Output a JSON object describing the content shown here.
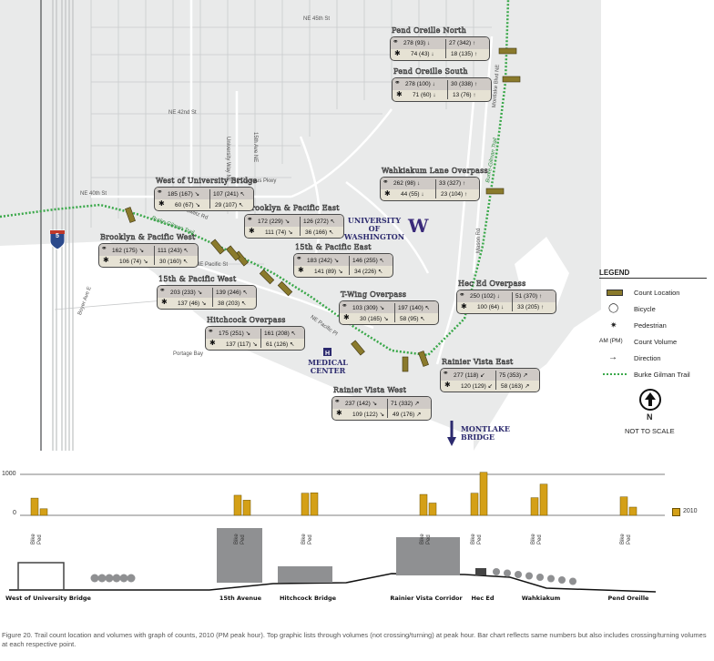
{
  "map": {
    "streets": [
      "NE 45th St",
      "NE 42nd St",
      "NE 40th St",
      "NE Campus Pkwy",
      "Cowlitz Rd",
      "NE Pacific St",
      "NE Pacific Pl",
      "University Way NE",
      "15th Ave NE",
      "Boyer Ave E",
      "Mason Rd",
      "Montlake Blvd NE",
      "Portage Bay",
      "Burke Gilman Trail",
      "Burke-Gilman Trail",
      "5"
    ],
    "landmarks": {
      "uw": "UNIVERSITY OF WASHINGTON",
      "uw_logo": "W",
      "medical": "MEDICAL CENTER",
      "medical_icon": "H",
      "montlake": "MONTLAKE BRIDGE"
    },
    "locations": [
      {
        "name": "Pend Oreille North",
        "bike_w": "278 (93)",
        "bike_w_dir": "↓",
        "bike_e": "27 (342)",
        "bike_e_dir": "↑",
        "ped_w": "74 (43)",
        "ped_w_dir": "↓",
        "ped_e": "18 (135)",
        "ped_e_dir": "↑"
      },
      {
        "name": "Pend Oreille South",
        "bike_w": "278 (100)",
        "bike_w_dir": "↓",
        "bike_e": "30 (338)",
        "bike_e_dir": "↑",
        "ped_w": "71 (60)",
        "ped_w_dir": "↓",
        "ped_e": "13 (76)",
        "ped_e_dir": "↑"
      },
      {
        "name": "Wahkiakum Lane Overpass",
        "bike_w": "262 (98)",
        "bike_w_dir": "↓",
        "bike_e": "33 (327)",
        "bike_e_dir": "↑",
        "ped_w": "44 (55)",
        "ped_w_dir": "↓",
        "ped_e": "23 (104)",
        "ped_e_dir": "↑"
      },
      {
        "name": "Hec Ed Overpass",
        "bike_w": "250 (102)",
        "bike_w_dir": "↓",
        "bike_e": "51 (370)",
        "bike_e_dir": "↑",
        "ped_w": "100 (64)",
        "ped_w_dir": "↓",
        "ped_e": "33 (205)",
        "ped_e_dir": "↑"
      },
      {
        "name": "Rainier Vista East",
        "bike_w": "277 (118)",
        "bike_w_dir": "↙",
        "bike_e": "75 (353)",
        "bike_e_dir": "↗",
        "ped_w": "120 (129)",
        "ped_w_dir": "↙",
        "ped_e": "58 (163)",
        "ped_e_dir": "↗"
      },
      {
        "name": "Rainier Vista West",
        "bike_w": "237 (142)",
        "bike_w_dir": "↘",
        "bike_e": "71 (332)",
        "bike_e_dir": "↗",
        "ped_w": "109 (122)",
        "ped_w_dir": "↘",
        "ped_e": "49 (176)",
        "ped_e_dir": "↗"
      },
      {
        "name": "T-Wing Overpass",
        "bike_w": "103 (309)",
        "bike_w_dir": "↘",
        "bike_e": "197 (140)",
        "bike_e_dir": "↖",
        "ped_w": "30 (165)",
        "ped_w_dir": "↘",
        "ped_e": "58 (95)",
        "ped_e_dir": "↖"
      },
      {
        "name": "15th & Pacific East",
        "bike_w": "183 (242)",
        "bike_w_dir": "↘",
        "bike_e": "146 (255)",
        "bike_e_dir": "↖",
        "ped_w": "141 (89)",
        "ped_w_dir": "↘",
        "ped_e": "34 (226)",
        "ped_e_dir": "↖"
      },
      {
        "name": "Brooklyn & Pacific East",
        "bike_w": "172 (229)",
        "bike_w_dir": "↘",
        "bike_e": "126 (272)",
        "bike_e_dir": "↖",
        "ped_w": "111 (74)",
        "ped_w_dir": "↘",
        "ped_e": "36 (166)",
        "ped_e_dir": "↖"
      },
      {
        "name": "15th & Pacific West",
        "bike_w": "203 (233)",
        "bike_w_dir": "↘",
        "bike_e": "139 (246)",
        "bike_e_dir": "↖",
        "ped_w": "137 (46)",
        "ped_w_dir": "↘",
        "ped_e": "38 (203)",
        "ped_e_dir": "↖"
      },
      {
        "name": "Hitchcock Overpass",
        "bike_w": "175 (251)",
        "bike_w_dir": "↘",
        "bike_e": "161 (208)",
        "bike_e_dir": "↖",
        "ped_w": "137 (117)",
        "ped_w_dir": "↘",
        "ped_e": "61 (126)",
        "ped_e_dir": "↖"
      },
      {
        "name": "Brooklyn & Pacific West",
        "bike_w": "162 (175)",
        "bike_w_dir": "↘",
        "bike_e": "111 (243)",
        "bike_e_dir": "↖",
        "ped_w": "106 (74)",
        "ped_w_dir": "↘",
        "ped_e": "30 (160)",
        "ped_e_dir": "↖"
      },
      {
        "name": "West of University Bridge",
        "bike_w": "185 (167)",
        "bike_w_dir": "↘",
        "bike_e": "107 (241)",
        "bike_e_dir": "↖",
        "ped_w": "60 (67)",
        "ped_w_dir": "↘",
        "ped_e": "29 (107)",
        "ped_e_dir": "↖"
      }
    ]
  },
  "legend": {
    "title": "LEGEND",
    "items": [
      "Count Location",
      "Bicycle",
      "Pedestrian",
      "Count Volume",
      "Direction",
      "Burke Gilman Trail"
    ],
    "am_pm": "AM (PM)",
    "north": "N",
    "scale": "NOT TO SCALE"
  },
  "colors": {
    "trail": "#3aa84a",
    "marker": "#8a7a2c",
    "bar": "#d4a017",
    "box": "#e6e2d4",
    "navy": "#2c2a6e"
  },
  "chart_data": {
    "type": "bar",
    "title": "",
    "ylim": [
      0,
      1000
    ],
    "yticks": [
      "1000",
      "0"
    ],
    "legend": "2010",
    "categories": [
      "West of University Bridge",
      "15th Avenue",
      "Hitchcock Bridge",
      "Rainier Vista Corridor",
      "Hec Ed",
      "Wahkiakum",
      "Pend Oreille"
    ],
    "series_labels": [
      "Bike",
      "Ped"
    ],
    "bike": [
      420,
      490,
      540,
      510,
      540,
      430,
      450
    ],
    "ped": [
      160,
      370,
      550,
      300,
      1050,
      760,
      200
    ]
  },
  "caption": "Figure 20. Trail count location and volumes with graph of counts, 2010 (PM peak hour). Top graphic lists through volumes (not crossing/turning) at peak hour. Bar chart reflects same numbers but also includes crossing/turning volumes at each respective point."
}
